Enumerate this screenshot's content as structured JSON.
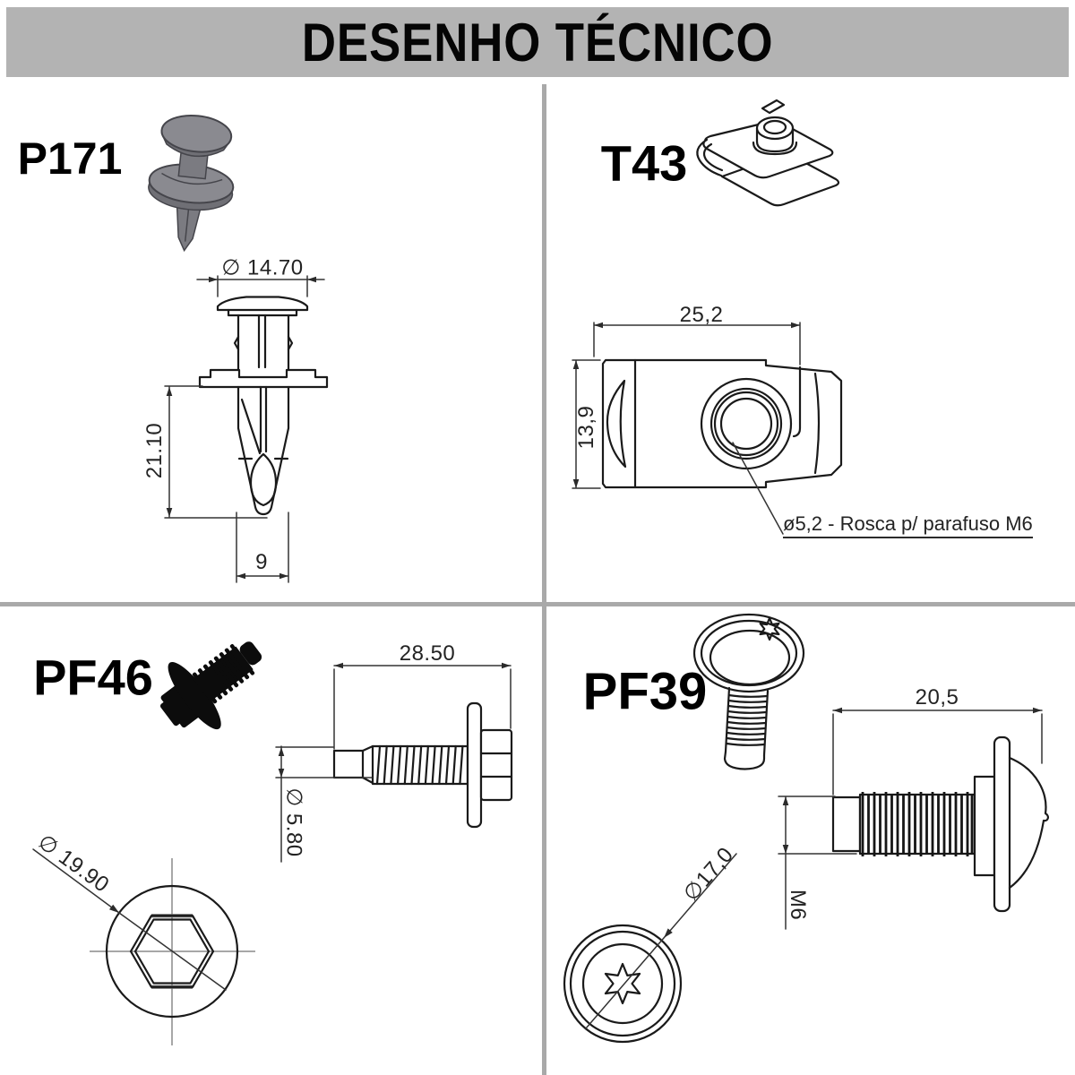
{
  "title": "DESENHO TÉCNICO",
  "colors": {
    "banner_gray": "#b3b3b3",
    "divider_gray": "#a9a9a9",
    "line_black": "#1a1a1a",
    "render_gray": "#7b7b81",
    "render_black": "#0c0c0c"
  },
  "quadrants": {
    "p171": {
      "label": "P171",
      "part_type": "push rivet clip",
      "dimensions": {
        "head_diameter": "∅ 14.70",
        "body_length": "21.10",
        "tip_width": "9"
      }
    },
    "t43": {
      "label": "T43",
      "part_type": "u-nut speed clip",
      "dimensions": {
        "width": "25,2",
        "height": "13,9"
      },
      "callout": "ø5,2 - Rosca p/ parafuso M6"
    },
    "pf46": {
      "label": "PF46",
      "part_type": "hex flange bolt",
      "dimensions": {
        "overall_length": "28.50",
        "shank_diameter": "∅ 5.80",
        "head_diameter": "∅ 19.90"
      }
    },
    "pf39": {
      "label": "PF39",
      "part_type": "torx washer-head bolt",
      "dimensions": {
        "shank_length": "20,5",
        "thread": "M6",
        "head_diameter": "∅17,0"
      }
    }
  }
}
